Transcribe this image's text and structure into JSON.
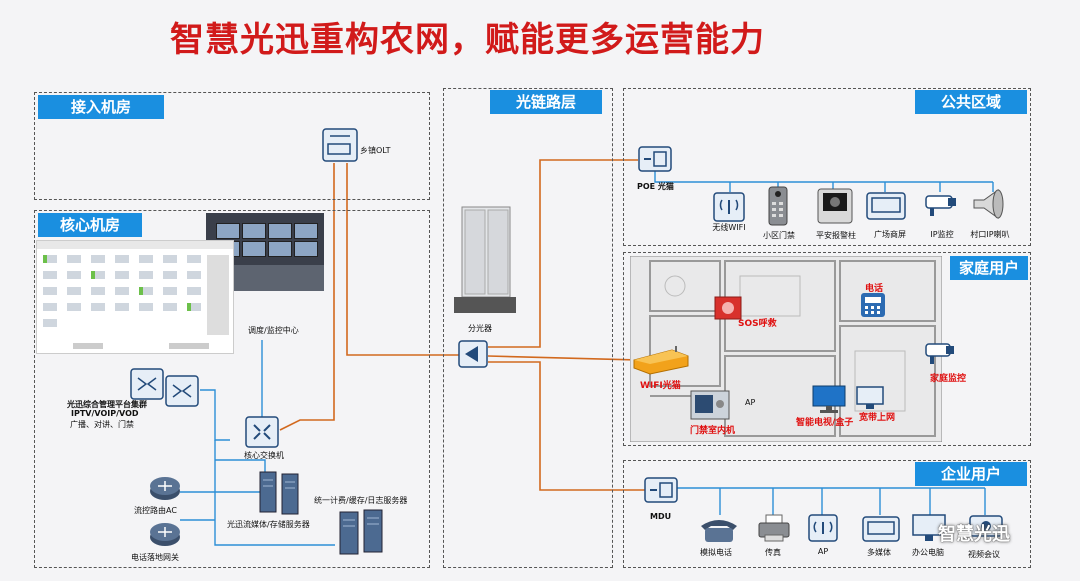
{
  "title": "智慧光迅重构农网，赋能更多运营能力",
  "panels": {
    "access_room": "接入机房",
    "optical_layer": "光链路层",
    "public_area": "公共区域",
    "core_room": "核心机房",
    "home_users": "家庭用户",
    "enterprise_users": "企业用户"
  },
  "labels": {
    "olt": "乡镇OLT",
    "splitter_cabinet": "分光器",
    "poe_onu": "POE 光猫",
    "wireless_wifi": "无线WIFI",
    "community_access": "小区门禁",
    "safety_alarm": "平安报警柱",
    "broadcast_screen": "广场商屏",
    "ip_monitor": "IP监控",
    "village_speaker": "村口IP喇叭",
    "control_center": "调度/监控中心",
    "platform_line1": "光迅综合管理平台集群",
    "platform_line2": "IPTV/VOIP/VOD",
    "platform_line3": "广播、对讲、门禁",
    "core_switch": "核心交换机",
    "billing_servers": "统一计费/缓存/日志服务器",
    "stream_servers": "光迅流媒体/存储服务器",
    "flow_router": "流控路由AC",
    "voice_gateway": "电话落地网关",
    "phone": "电话",
    "sos": "SOS呼救",
    "home_monitor": "家庭监控",
    "wifi_onu": "WIFI光猫",
    "smart_tv": "智能电视/盒子",
    "broadband": "宽带上网",
    "door_indoor": "门禁室内机",
    "ap": "AP",
    "mdu": "MDU",
    "analog_phone": "模拟电话",
    "fax": "传真",
    "ap2": "AP",
    "multimedia": "多媒体",
    "office_pc": "办公电脑",
    "video_conf": "视频会议"
  },
  "watermark": "智慧光迅",
  "colors": {
    "title_red": "#d11a1a",
    "header_blue": "#1a8fe0",
    "fiber_orange": "#d2691e",
    "ethernet_blue": "#2c8fd6",
    "label_red": "#e01010"
  }
}
